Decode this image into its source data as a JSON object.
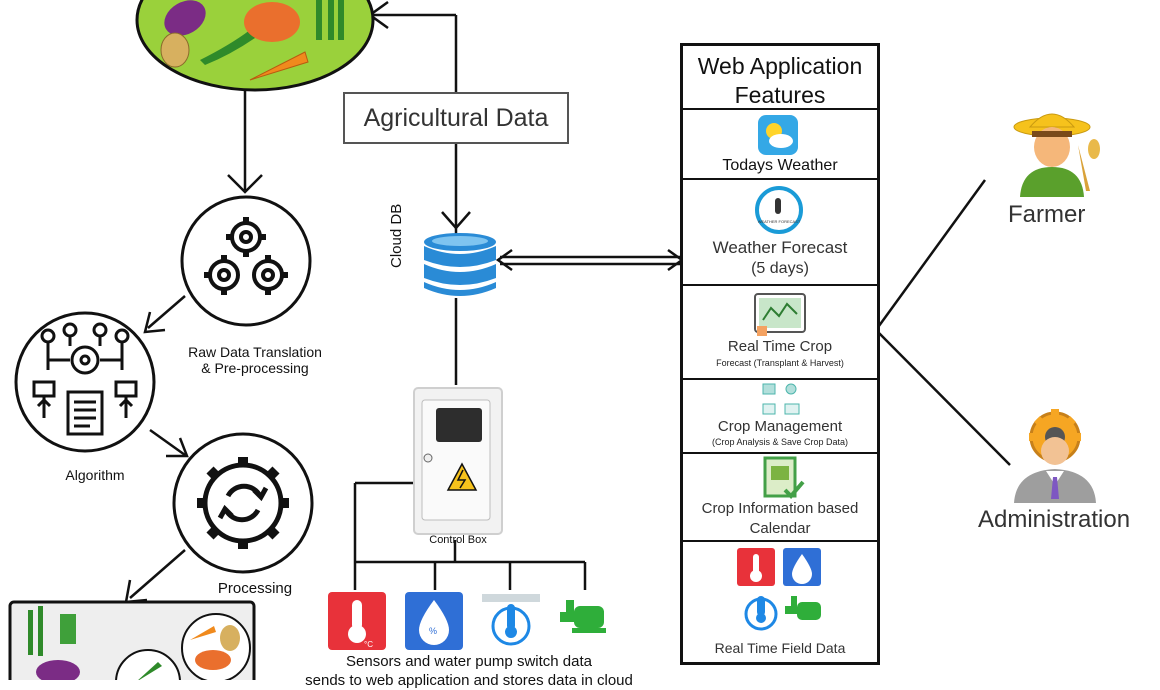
{
  "diagram": {
    "agricultural_data_label": "Agricultural Data",
    "cloud_db_label": "Cloud DB",
    "raw_data_label_line1": "Raw Data Translation",
    "raw_data_label_line2": "& Pre-processing",
    "algorithm_label": "Algorithm",
    "processing_label": "Processing",
    "control_box_label": "Control Box",
    "sensors_caption_line1": "Sensors and water pump switch data",
    "sensors_caption_line2": "sends to web application and stores data in cloud"
  },
  "web_app": {
    "title_line1": "Web Application",
    "title_line2": "Features",
    "features": [
      {
        "label": "Todays Weather"
      },
      {
        "label": "Weather Forecast",
        "sub": "(5 days)",
        "icon_text": "WEATHER FORECAST"
      },
      {
        "label": "Real Time Crop",
        "sub": "Forecast (Transplant & Harvest)"
      },
      {
        "label": "Crop Management",
        "sub": "(Crop Analysis & Save Crop Data)"
      },
      {
        "label": "Crop Information based",
        "sub": "Calendar"
      },
      {
        "label": "Real Time Field Data"
      }
    ]
  },
  "roles": {
    "farmer": "Farmer",
    "administration": "Administration"
  },
  "sensor_icons": [
    "thermometer-icon",
    "water-level-icon",
    "soil-moisture-icon",
    "water-pump-icon"
  ],
  "colors": {
    "sensor_red": "#e8323a",
    "sensor_blue": "#2f6fd6",
    "pump_green": "#2fae3a",
    "weather_blue": "#34a8e6"
  }
}
